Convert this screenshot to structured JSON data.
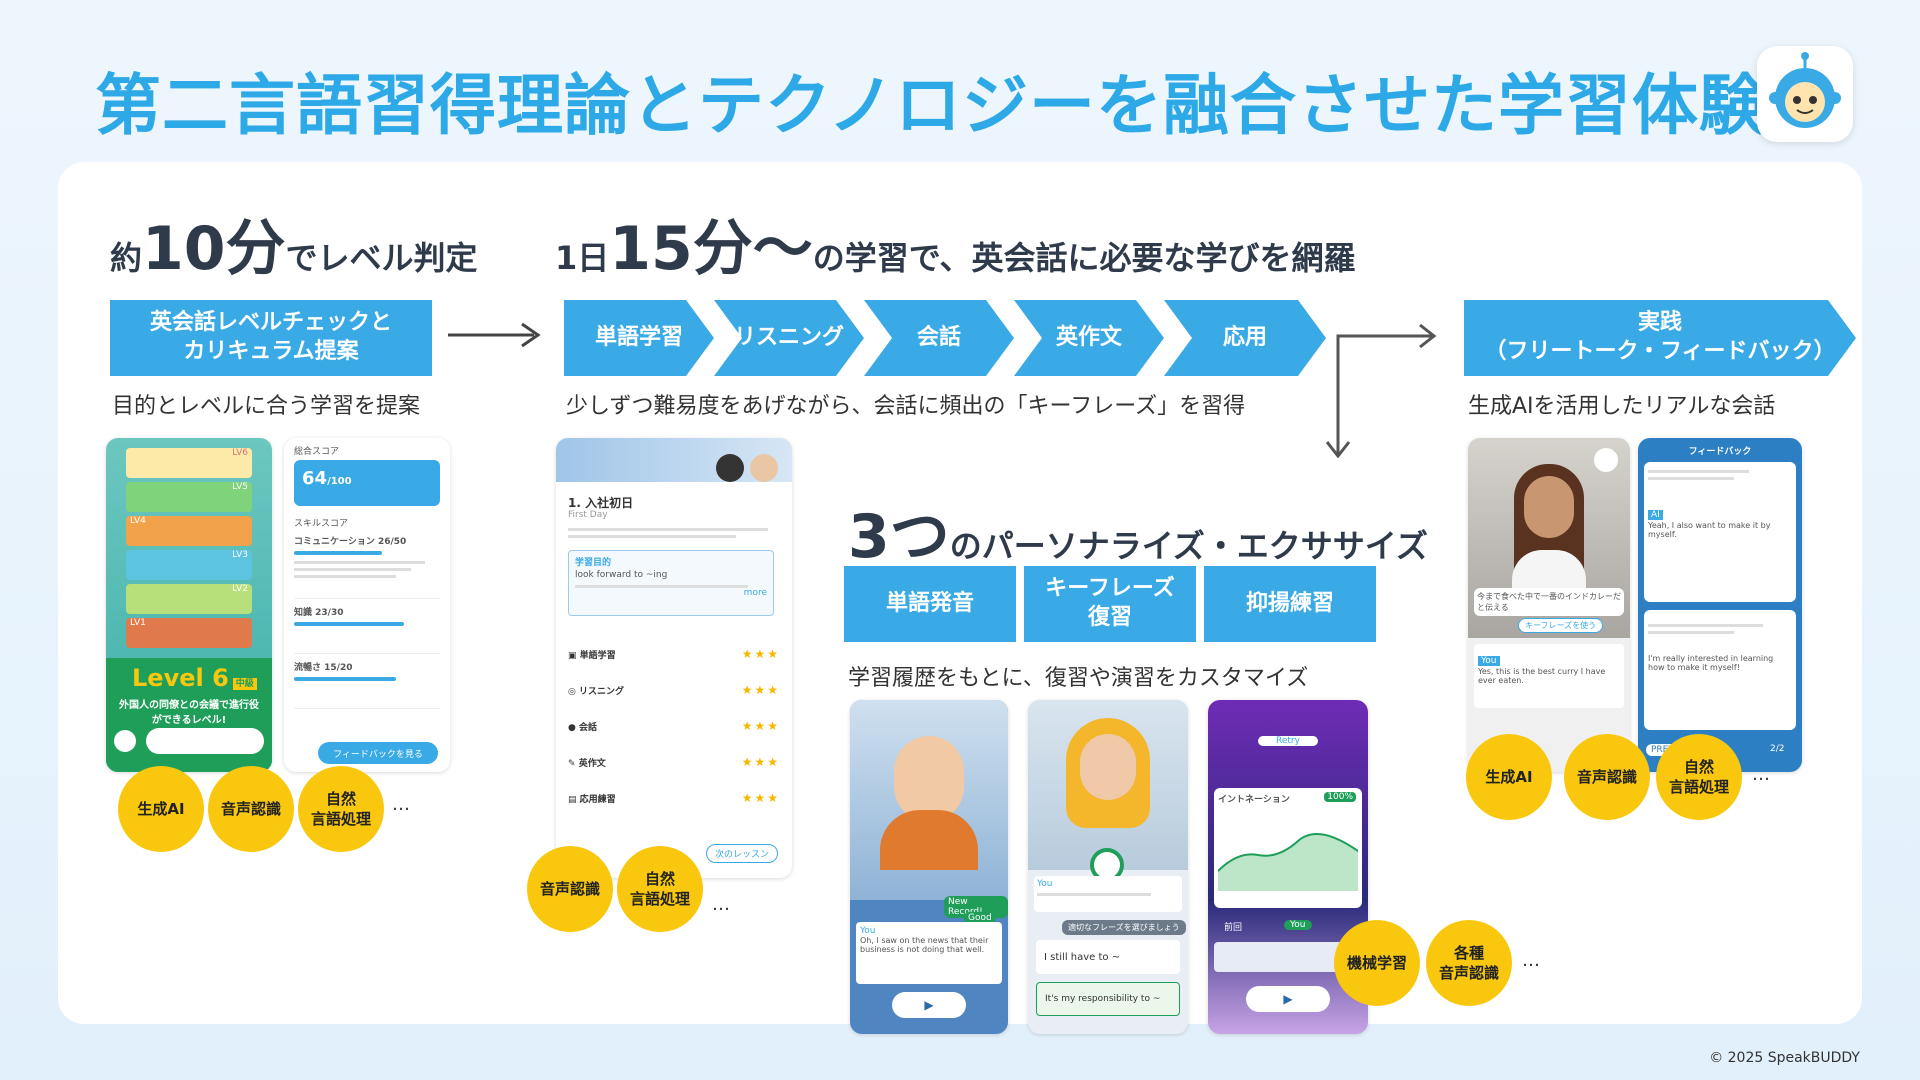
{
  "title": "第二言語習得理論とテクノロジーを融合させた学習体験",
  "headline_left": {
    "pre": "約",
    "num": "10分",
    "post": "でレベル判定"
  },
  "headline_right": {
    "pre": "1日",
    "num": "15分〜",
    "post": "の学習で、英会話に必要な学びを網羅"
  },
  "step_check": {
    "line1": "英会話レベルチェックと",
    "line2": "カリキュラム提案"
  },
  "steps": [
    "単語学習",
    "リスニング",
    "会話",
    "英作文",
    "応用"
  ],
  "practice": {
    "line1": "実践",
    "line2": "（フリートーク・フィードバック）"
  },
  "sub_left": "目的とレベルに合う学習を提案",
  "sub_mid": "少しずつ難易度をあげながら、会話に頻出の「キーフレーズ」を習得",
  "sub_right": "生成AIを活用したリアルな会話",
  "personalize": {
    "num": "3つ",
    "text": "のパーソナライズ・エクササイズ",
    "boxes": [
      {
        "line1": "単語発音",
        "line2": ""
      },
      {
        "line1": "キーフレーズ",
        "line2": "復習"
      },
      {
        "line1": "抑揚練習",
        "line2": ""
      }
    ],
    "sub": "学習履歴をもとに、復習や演習をカスタマイズ"
  },
  "tags_left": [
    {
      "line1": "生成AI",
      "line2": ""
    },
    {
      "line1": "音声認識",
      "line2": ""
    },
    {
      "line1": "自然",
      "line2": "言語処理"
    }
  ],
  "tags_mid": [
    {
      "line1": "音声認識",
      "line2": ""
    },
    {
      "line1": "自然",
      "line2": "言語処理"
    }
  ],
  "tags_ex": [
    {
      "line1": "機械学習",
      "line2": ""
    },
    {
      "line1": "各種",
      "line2": "音声認識"
    }
  ],
  "tags_right": [
    {
      "line1": "生成AI",
      "line2": ""
    },
    {
      "line1": "音声認識",
      "line2": ""
    },
    {
      "line1": "自然",
      "line2": "言語処理"
    }
  ],
  "ellipsis": "…",
  "phone1": {
    "level": "Level 6",
    "level_badge": "中級",
    "desc": "外国人の同僚との会議で進行役ができるレベル!",
    "stack": [
      "LV6",
      "LV5",
      "LV4",
      "LV3",
      "LV2",
      "LV1"
    ]
  },
  "phone2": {
    "header": "総合スコア",
    "score": "64",
    "score_max": "/100",
    "skill_label": "スキルスコア",
    "items": [
      {
        "name": "コミュニケーション",
        "score": "26/50"
      },
      {
        "name": "知識",
        "score": "23/30"
      },
      {
        "name": "流暢さ",
        "score": "15/20"
      }
    ],
    "button": "フィードバックを見る"
  },
  "phone3": {
    "lesson": "1. 入社初日",
    "first_day": "First Day",
    "goal_label": "学習目的",
    "phrase": "look forward to ~ing",
    "more": "more",
    "rows": [
      "単語学習",
      "リスニング",
      "会話",
      "英作文",
      "応用練習"
    ],
    "next": "次のレッスン"
  },
  "ex1": {
    "badge1": "New Record!",
    "badge2": "Good",
    "you": "You",
    "text": "Oh, I saw on the news that their business is not doing that well."
  },
  "ex2": {
    "you": "You",
    "caption": "適切なフレーズを選びましょう",
    "opt1": "I still have to ~",
    "opt2": "It's my responsibility to ~"
  },
  "ex3": {
    "retry": "Retry",
    "label": "イントネーション",
    "pct": "100%",
    "prev": "前回",
    "you": "You"
  },
  "pr1": {
    "msg1": "今まで食べた中で一番のインドカレーだと伝える",
    "msg2": "キーフレーズを使う",
    "you": "You",
    "reply": "Yes, this is the best curry I have ever eaten."
  },
  "pr2": {
    "header": "フィードバック",
    "ai_msg": "Yeah, I also want to make it by myself.",
    "alt": "I'm really interested in learning how to make it myself!",
    "prev": "PREV",
    "page": "2/2",
    "ai": "AI"
  },
  "copyright": "© 2025 SpeakBUDDY",
  "colors": {
    "accent": "#3aaae6",
    "title": "#2ea9e8",
    "tag": "#f9c80e"
  }
}
